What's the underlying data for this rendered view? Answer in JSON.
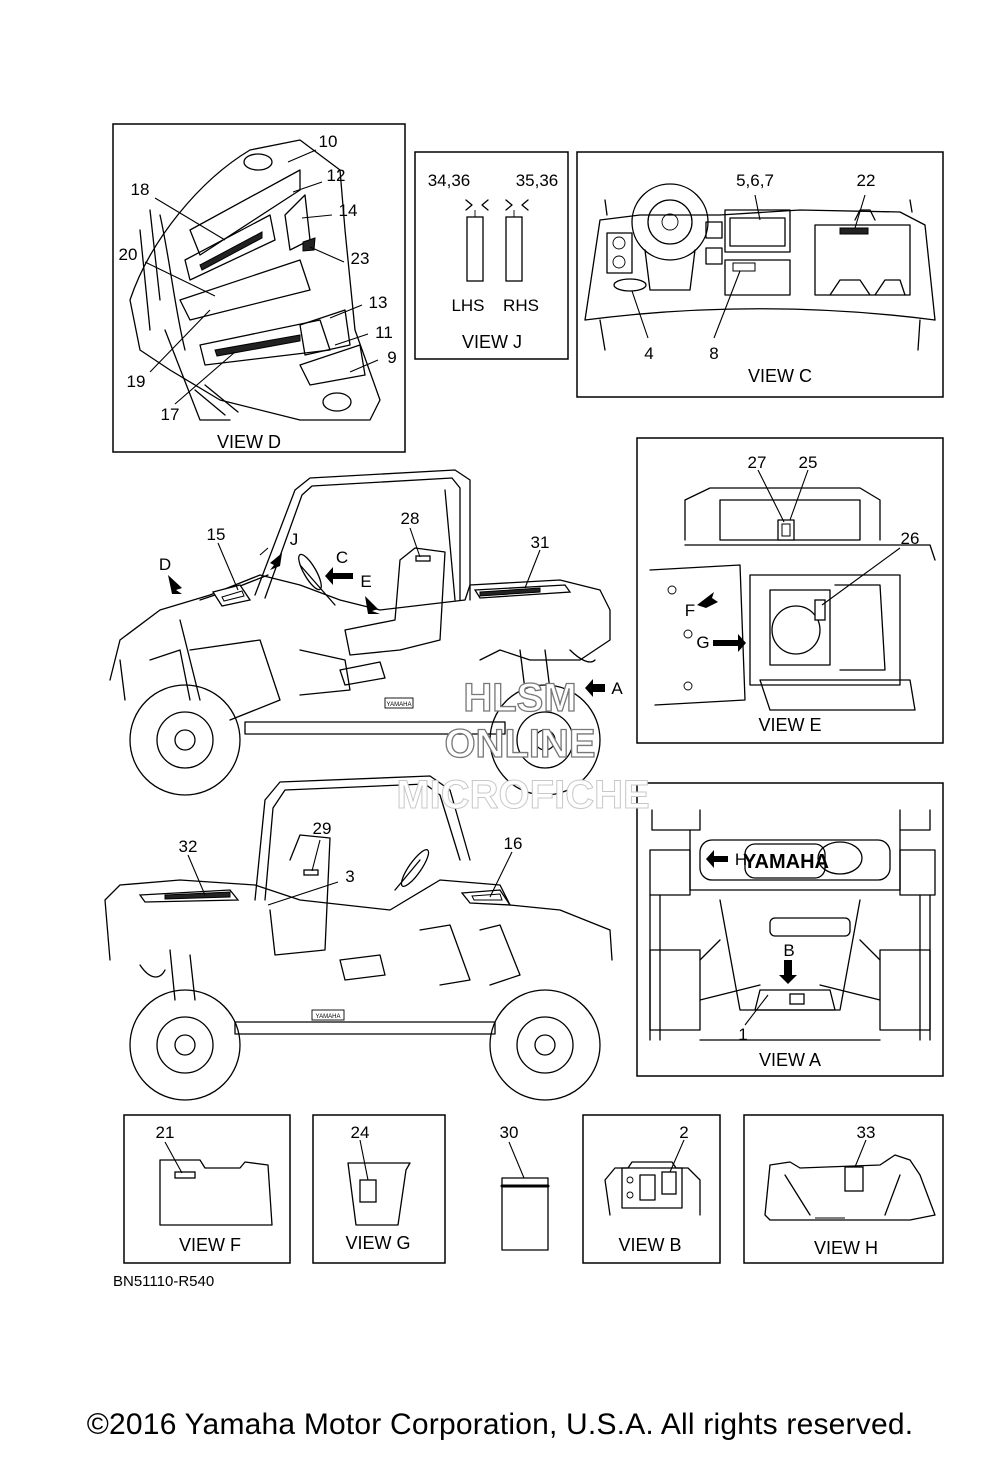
{
  "callouts": {
    "c1": "1",
    "c2": "2",
    "c3": "3",
    "c4": "4",
    "c567": "5,6,7",
    "c8": "8",
    "c9": "9",
    "c10": "10",
    "c11": "11",
    "c12": "12",
    "c13": "13",
    "c14": "14",
    "c15": "15",
    "c16": "16",
    "c17": "17",
    "c18": "18",
    "c19": "19",
    "c20": "20",
    "c21": "21",
    "c22": "22",
    "c23": "23",
    "c24": "24",
    "c25": "25",
    "c26": "26",
    "c27": "27",
    "c28": "28",
    "c29": "29",
    "c30": "30",
    "c31": "31",
    "c32": "32",
    "c33": "33",
    "c3436": "34,36",
    "c3536": "35,36"
  },
  "arrows": {
    "A": "A",
    "B": "B",
    "C": "C",
    "D": "D",
    "E": "E",
    "F": "F",
    "G": "G",
    "H": "H",
    "J": "J"
  },
  "views": {
    "A": "VIEW A",
    "B": "VIEW B",
    "C": "VIEW C",
    "D": "VIEW D",
    "E": "VIEW E",
    "F": "VIEW F",
    "G": "VIEW G",
    "H": "VIEW H",
    "J": "VIEW J"
  },
  "sides": {
    "lhs": "LHS",
    "rhs": "RHS"
  },
  "decal_text": "YAMAHA",
  "diagram_code": "BN51110-R540",
  "watermark": {
    "line1": "HLSM",
    "line2": "ONLINE",
    "line3": "MICROFICHE"
  },
  "copyright": "©2016 Yamaha Motor Corporation, U.S.A. All rights reserved."
}
